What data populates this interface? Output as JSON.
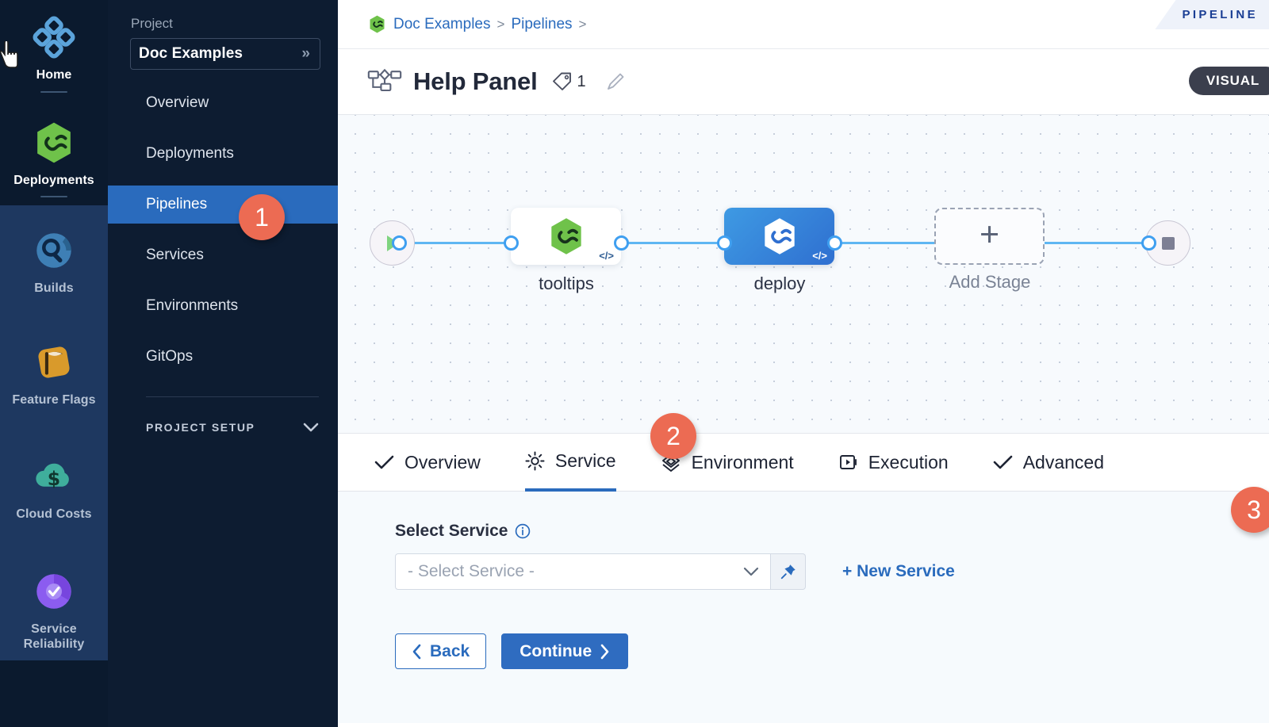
{
  "rail": {
    "items": [
      {
        "label": "Home",
        "icon": "home-grid-icon",
        "state": "dark",
        "underline": true
      },
      {
        "label": "Deployments",
        "icon": "deployments-infinity-icon",
        "state": "dark",
        "underline": true
      },
      {
        "label": "Builds",
        "icon": "builds-icon",
        "state": "light",
        "underline": false
      },
      {
        "label": "Feature Flags",
        "icon": "feature-flags-icon",
        "state": "light",
        "underline": false
      },
      {
        "label": "Cloud Costs",
        "icon": "cloud-costs-icon",
        "state": "light",
        "underline": false
      },
      {
        "label": "Service Reliability",
        "icon": "service-reliability-icon",
        "state": "light",
        "underline": false
      }
    ]
  },
  "projectnav": {
    "section_label": "Project",
    "project_name": "Doc Examples",
    "expand_icon": "chevron-double-right-icon",
    "items": [
      {
        "label": "Overview",
        "active": false
      },
      {
        "label": "Deployments",
        "active": false
      },
      {
        "label": "Pipelines",
        "active": true
      },
      {
        "label": "Services",
        "active": false
      },
      {
        "label": "Environments",
        "active": false
      },
      {
        "label": "GitOps",
        "active": false
      }
    ],
    "setup_label": "PROJECT SETUP",
    "setup_icon": "chevron-down-icon"
  },
  "breadcrumb": {
    "project_icon": "harness-module-icon",
    "items": [
      "Doc Examples",
      "Pipelines"
    ],
    "separator": ">"
  },
  "ribbon": {
    "text": "PIPELINE"
  },
  "titlebar": {
    "pipeline_icon": "pipeline-diagram-icon",
    "title": "Help Panel",
    "tag_icon": "tag-icon",
    "tag_count": "1",
    "edit_icon": "pencil-edit-icon",
    "mode_badge": "VISUAL"
  },
  "canvas": {
    "start_node": {
      "icon": "play-icon"
    },
    "end_node": {
      "icon": "stop-square-icon"
    },
    "stages": [
      {
        "name": "tooltips",
        "style": "white",
        "icon": "harness-green-hex-icon",
        "code_tag": "</>"
      },
      {
        "name": "deploy",
        "style": "blue",
        "icon": "harness-white-hex-icon",
        "code_tag": "</>"
      }
    ],
    "add_stage": {
      "label": "Add Stage",
      "icon": "plus-icon"
    }
  },
  "tabs": [
    {
      "label": "Overview",
      "icon": "check-icon",
      "active": false
    },
    {
      "label": "Service",
      "icon": "gear-icon",
      "active": true
    },
    {
      "label": "Environment",
      "icon": "layers-diamond-icon",
      "active": false
    },
    {
      "label": "Execution",
      "icon": "play-box-icon",
      "active": false
    },
    {
      "label": "Advanced",
      "icon": "check-icon",
      "active": false
    }
  ],
  "form": {
    "field_label": "Select Service",
    "info_icon": "info-circle-icon",
    "select_value": "- Select Service -",
    "select_placeholder": "- Select Service -",
    "dropdown_icon": "chevron-down-icon",
    "pin_icon": "pin-icon",
    "new_service_label": "+ New Service",
    "back_label": "Back",
    "back_icon": "chevron-left-icon",
    "continue_label": "Continue",
    "continue_icon": "chevron-right-icon"
  },
  "callouts": [
    {
      "number": "1"
    },
    {
      "number": "2"
    },
    {
      "number": "3"
    }
  ],
  "colors": {
    "accent_blue": "#2a6bbd",
    "callout_orange": "#ec6b53",
    "rail_dark": "#0b1a2e",
    "rail_light": "#1e3860",
    "nav_bg": "#0d1c31",
    "canvas_bg": "#f7fafd",
    "connector_blue": "#5fb6f2",
    "harness_green": "#6fc24a"
  }
}
